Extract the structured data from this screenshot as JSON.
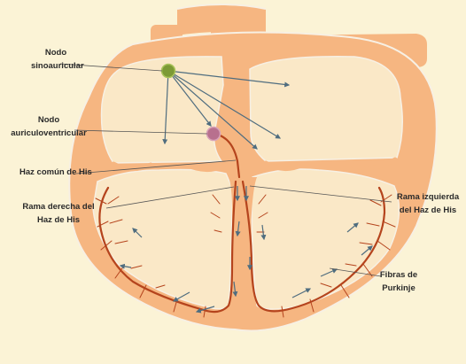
{
  "diagram": {
    "labels": {
      "sa_node": "Nodo\nsinoauricular",
      "av_node": "Nodo\nauriculoventricular",
      "his_common": "Haz común de His",
      "right_branch": "Rama derecha del\nHaz de His",
      "left_branch": "Rama izquierda\ndel  Haz de His",
      "purkinje": "Fibras de\nPurkinje"
    },
    "colors": {
      "background": "#fbf3d6",
      "heart_outer": "#f6b681",
      "heart_chamber": "#fae8c7",
      "heart_outline": "#f7f0e4",
      "conduction_path": "#b5441d",
      "sa_node": "#7c9a35",
      "av_node": "#b8708e",
      "arrow": "#4f6d7f",
      "leader_line": "#555555"
    }
  }
}
